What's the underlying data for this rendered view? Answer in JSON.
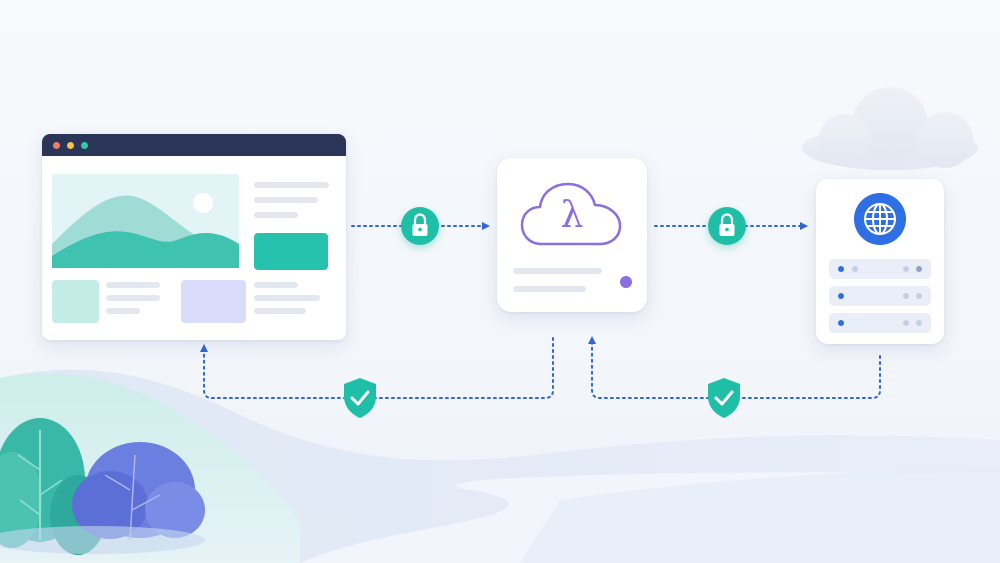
{
  "diagram": {
    "nodes": [
      {
        "id": "web-app",
        "kind": "browser-window"
      },
      {
        "id": "lambda-function",
        "kind": "serverless-function",
        "glyph": "λ"
      },
      {
        "id": "web-server",
        "kind": "server",
        "icon": "globe-icon",
        "rows": 3
      }
    ],
    "edges": [
      {
        "from": "web-app",
        "to": "lambda-function",
        "style": "dotted",
        "badge": "lock-icon"
      },
      {
        "from": "lambda-function",
        "to": "web-server",
        "style": "dotted",
        "badge": "lock-icon"
      },
      {
        "from": "lambda-function",
        "to": "web-app",
        "style": "dotted",
        "badge": "shield-check-icon"
      },
      {
        "from": "web-server",
        "to": "lambda-function",
        "style": "dotted",
        "badge": "shield-check-icon"
      }
    ]
  },
  "lambda_glyph": "λ",
  "colors": {
    "accent_teal": "#1fbfa7",
    "accent_purple": "#8b6fe0",
    "accent_blue": "#2f6fe4",
    "window_bar": "#2b3557",
    "arrow": "#3166d6"
  }
}
